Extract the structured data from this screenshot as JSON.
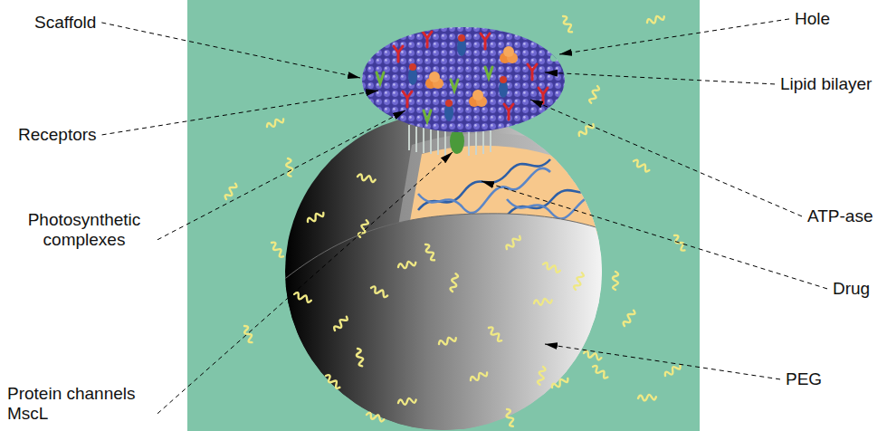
{
  "diagram": {
    "labels": [
      "Scaffold",
      "Hole",
      "Receptors",
      "Lipid bilayer",
      "Photosynthetic complexes",
      "ATP-ase",
      "Drug",
      "Protein channels MscL",
      "PEG"
    ]
  }
}
